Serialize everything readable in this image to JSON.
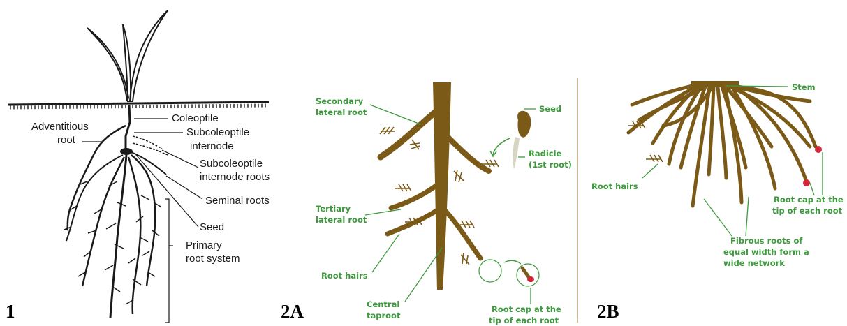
{
  "colors": {
    "root": "#7a5a16",
    "label_green": "#3d9a3d",
    "root_cap": "#d2283a",
    "seed": "#7a5a16",
    "radicle": "#d8d6c0",
    "ink": "#1a1a1a",
    "divider": "#b7a777"
  },
  "panel1": {
    "id": "1",
    "labels": {
      "coleoptile": "Coleoptile",
      "adventitious_1": "Adventitious",
      "adventitious_2": "root",
      "subcoleoptile_internode_1": "Subcoleoptile",
      "subcoleoptile_internode_2": "internode",
      "subcoleoptile_roots_1": "Subcoleoptile",
      "subcoleoptile_roots_2": "internode roots",
      "seminal": "Seminal roots",
      "seed": "Seed",
      "primary_1": "Primary",
      "primary_2": "root system"
    }
  },
  "panel2a": {
    "id": "2A",
    "labels": {
      "secondary_1": "Secondary",
      "secondary_2": "lateral root",
      "seed": "Seed",
      "radicle_1": "Radicle",
      "radicle_2": "(1st root)",
      "tertiary_1": "Tertiary",
      "tertiary_2": "lateral root",
      "root_hairs": "Root hairs",
      "taproot_1": "Central",
      "taproot_2": "taproot",
      "cap_1": "Root cap at the",
      "cap_2": "tip of each root"
    }
  },
  "panel2b": {
    "id": "2B",
    "labels": {
      "stem": "Stem",
      "root_hairs": "Root hairs",
      "cap_1": "Root cap at the",
      "cap_2": "tip of each root",
      "fibrous_1": "Fibrous roots of",
      "fibrous_2": "equal width form a",
      "fibrous_3": "wide network"
    }
  }
}
